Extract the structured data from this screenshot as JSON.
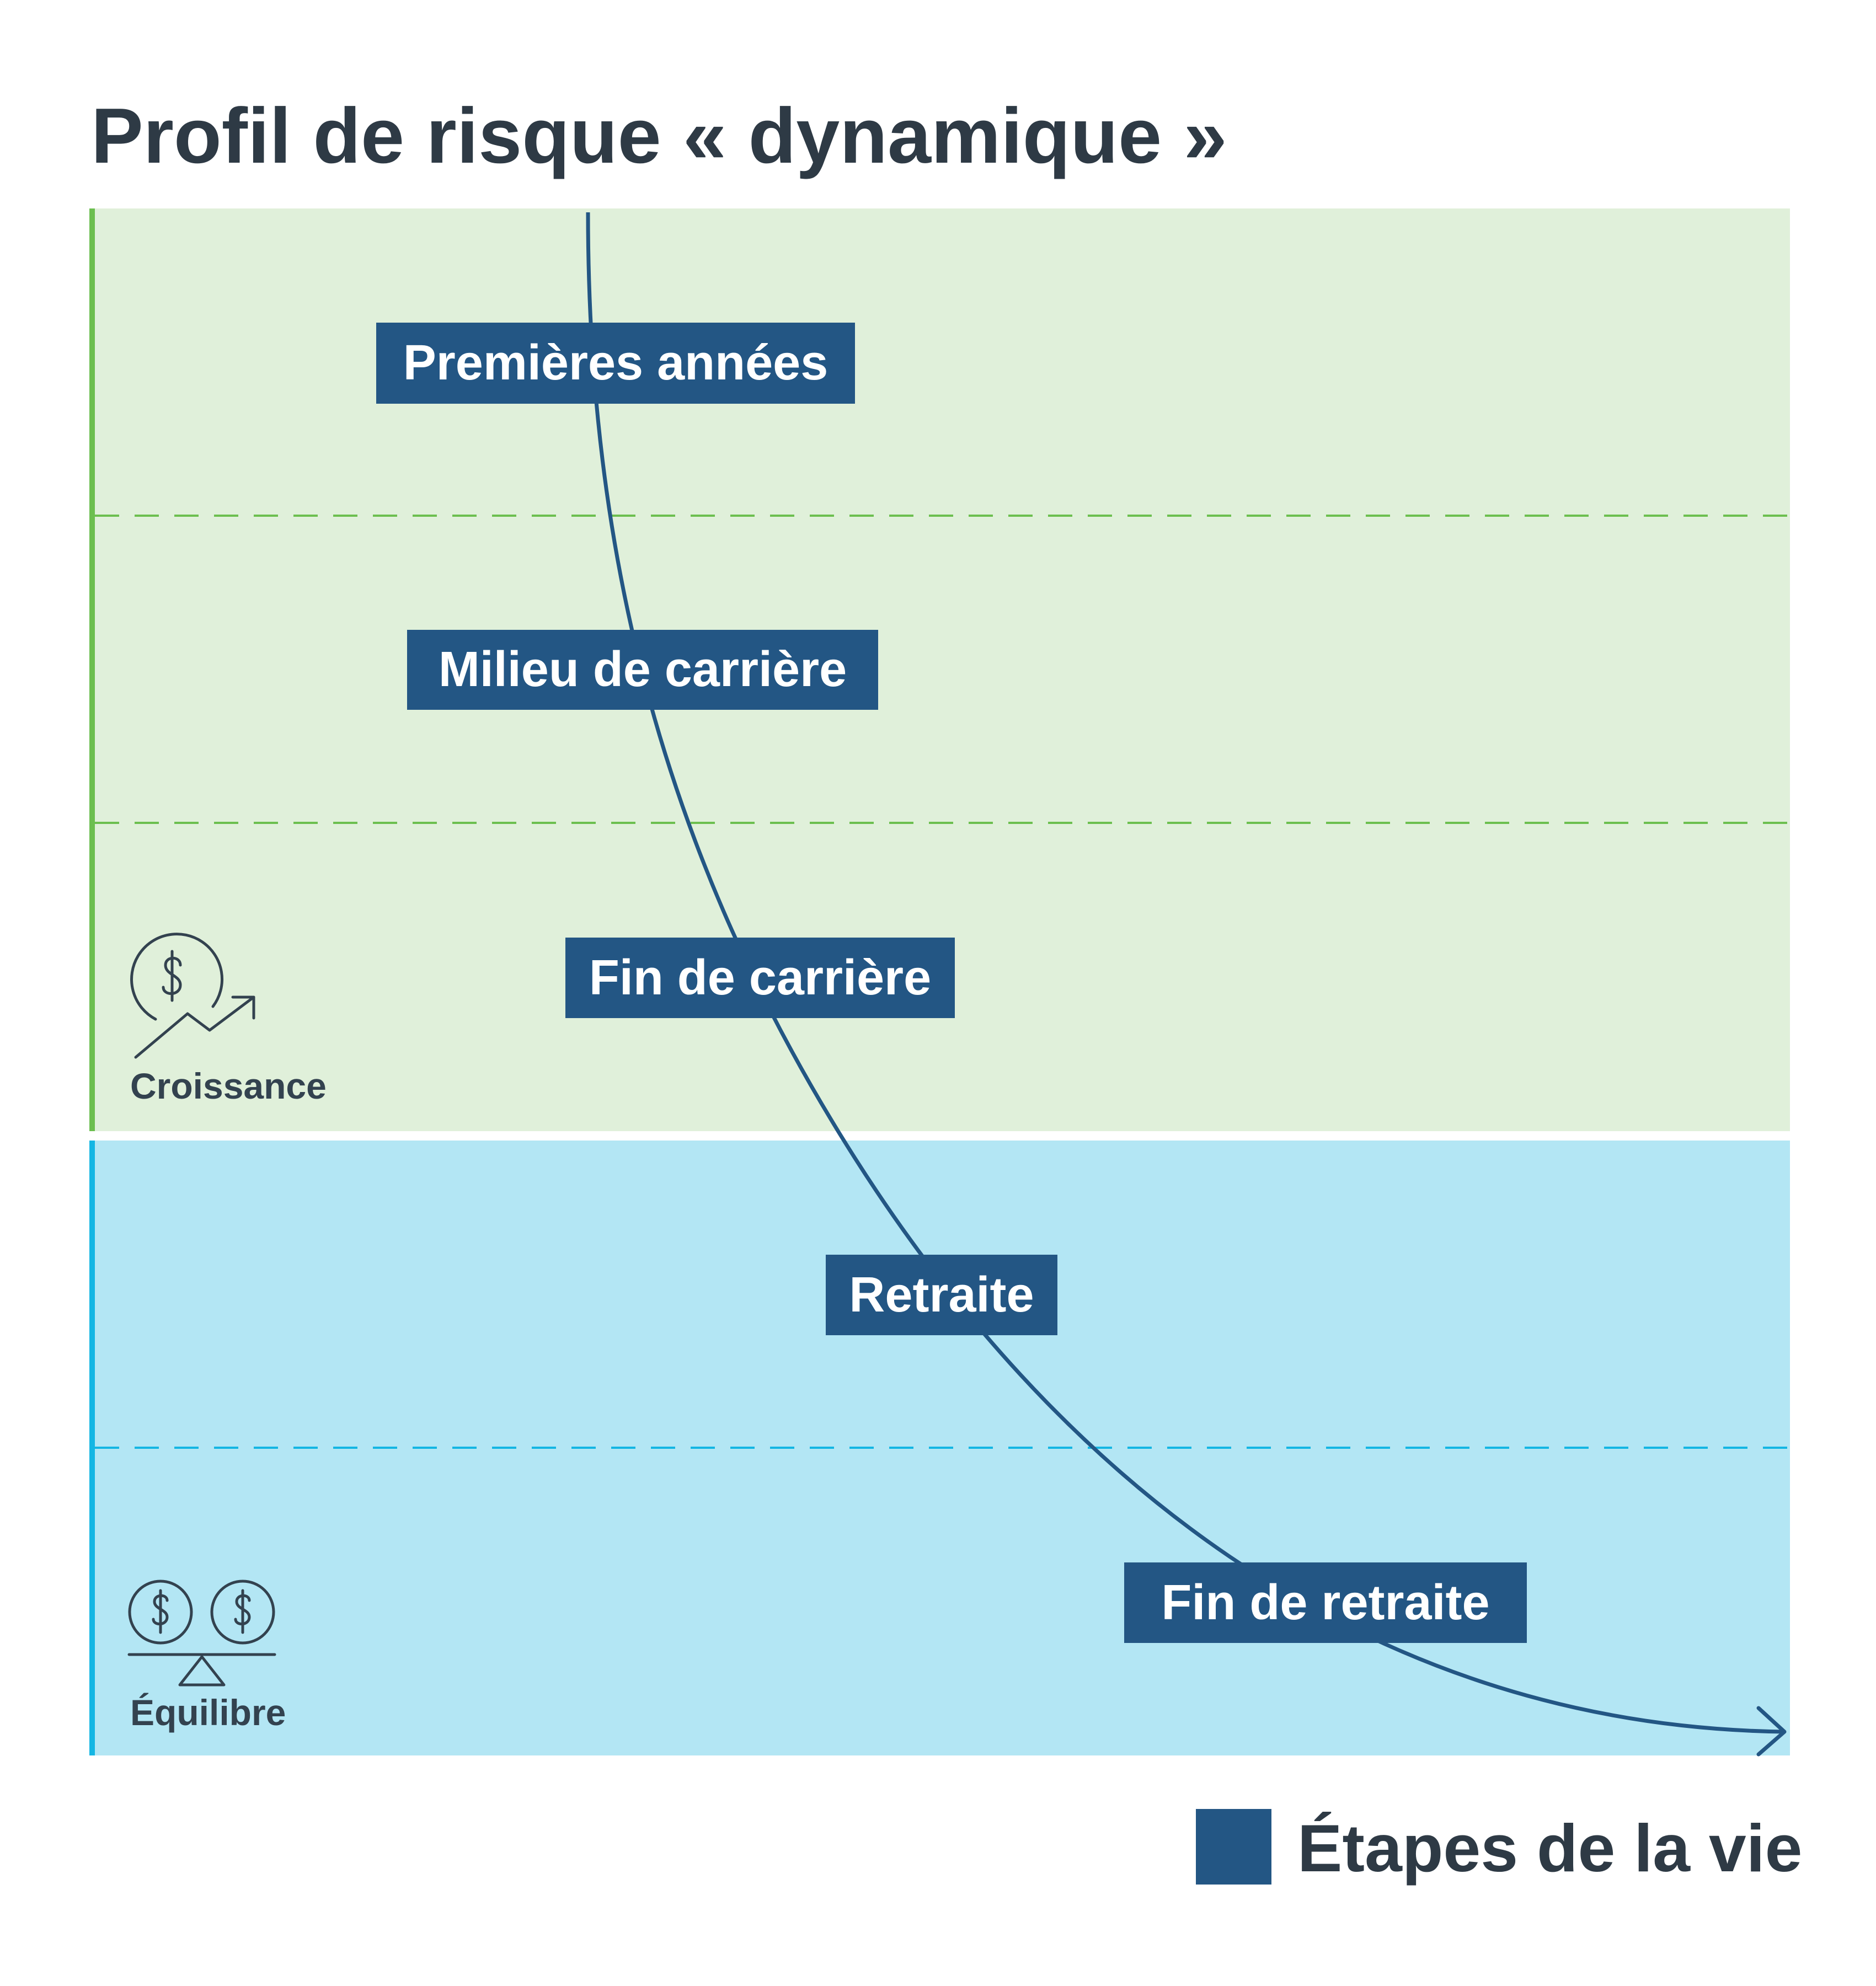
{
  "title": "Profil de risque « dynamique »",
  "zones": [
    {
      "name": "Croissance",
      "icon": "growth-dollar-icon",
      "color": "#e0f0da",
      "accent": "#6cbf4f"
    },
    {
      "name": "Équilibre",
      "icon": "balance-scale-dollars-icon",
      "color": "#b3e6f4",
      "accent": "#14b6e3"
    }
  ],
  "stages": [
    "Premières années",
    "Milieu de carrière",
    "Fin de carrière",
    "Retraite",
    "Fin de retraite"
  ],
  "legend": {
    "label": "Étapes de la vie",
    "color": "#235684"
  },
  "colors": {
    "curve": "#235684",
    "text": "#2e3a45"
  }
}
